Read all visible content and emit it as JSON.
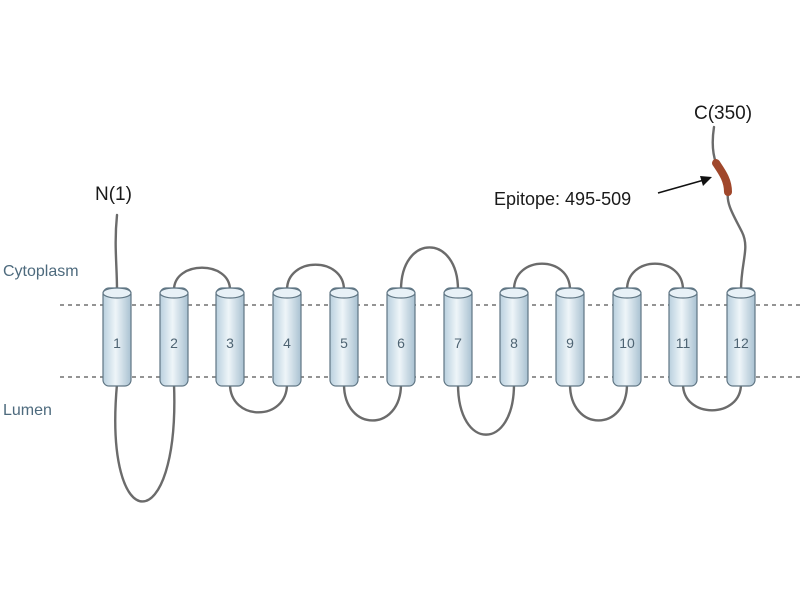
{
  "regions": {
    "cytoplasm": "Cytoplasm",
    "lumen": "Lumen"
  },
  "termini": {
    "n": "N(1)",
    "c": "C(350)"
  },
  "epitope": {
    "label": "Epitope: 495-509"
  },
  "helices": [
    "1",
    "2",
    "3",
    "4",
    "5",
    "6",
    "7",
    "8",
    "9",
    "10",
    "11",
    "12"
  ],
  "colors": {
    "helix_fill": "#d9e8f1",
    "helix_stroke": "#607684",
    "loop": "#6b6b6b",
    "membrane_line": "#555555",
    "epitope": "#a0472b",
    "region_text": "#4d6a7d"
  }
}
